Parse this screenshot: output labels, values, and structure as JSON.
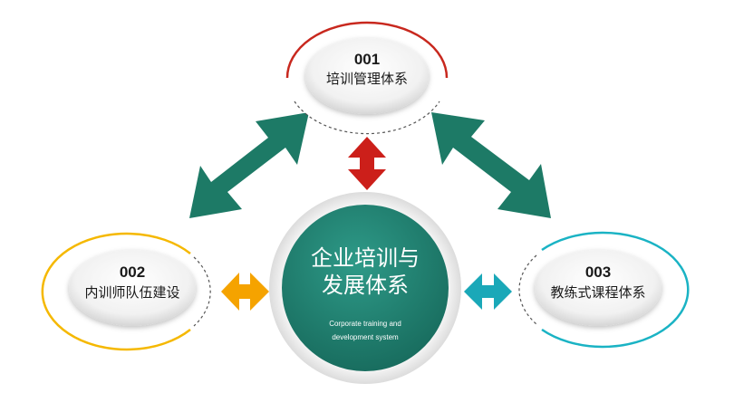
{
  "center": {
    "title_line1": "企业培训与",
    "title_line2": "发展体系",
    "subtitle_line1": "Corporate training and",
    "subtitle_line2": "development system"
  },
  "nodes": [
    {
      "number": "001",
      "label": "培训管理体系"
    },
    {
      "number": "002",
      "label": "内训师队伍建设"
    },
    {
      "number": "003",
      "label": "教练式课程体系"
    }
  ],
  "colors": {
    "center": "#1f7d6e",
    "arrow_diagonal": "#1d7a66",
    "arrow_top": "#cc1f1a",
    "arrow_left": "#f5a300",
    "arrow_right": "#1aa8b8",
    "ring_top": "#c8281e",
    "ring_left": "#f5b800",
    "ring_right": "#1ab3c4"
  }
}
